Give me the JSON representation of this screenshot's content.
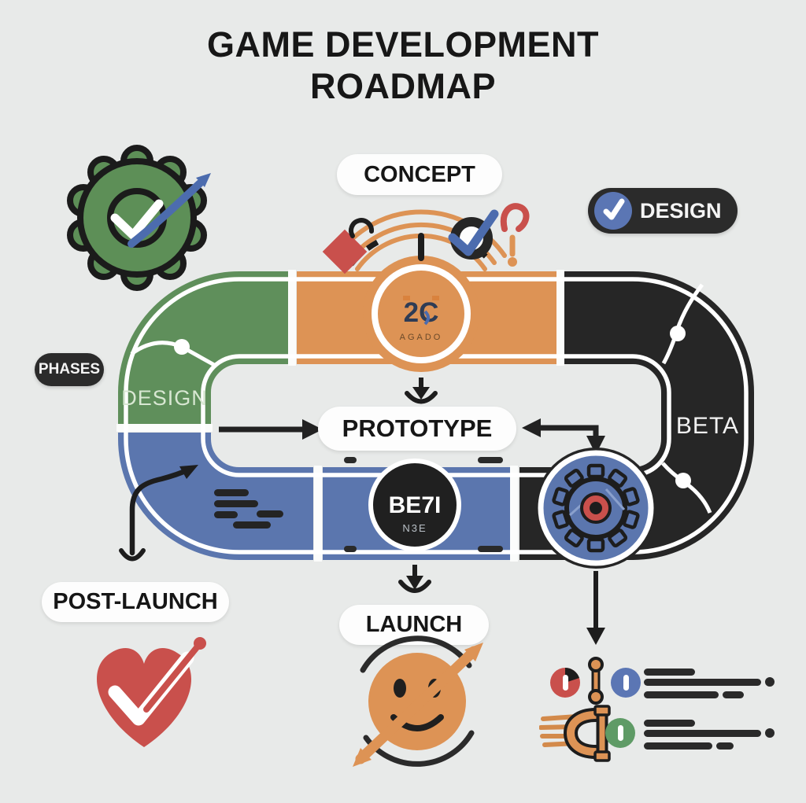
{
  "title": {
    "line1": "GAME DEVELOPMENT",
    "line2": "ROADMAP"
  },
  "pills": {
    "concept": "CONCEPT",
    "design": "DESIGN",
    "phases": "PHASES",
    "prototype": "PROTOTYPE",
    "post_launch": "POST-LAUNCH",
    "launch": "LAUNCH"
  },
  "track": {
    "design_segment_label": "DESIGN",
    "beta_segment_label": "BETA"
  },
  "concept_node": {
    "mark": "2C",
    "name": "AGADO"
  },
  "beta_node": {
    "mark": "BE7I",
    "sub": "N3E"
  },
  "colors": {
    "background": "#e8eae9",
    "segment_green": "#5f8f5b",
    "segment_orange": "#dd9355",
    "segment_blue": "#5b76ae",
    "segment_black": "#262626",
    "accent_red": "#c9504c",
    "check_blue": "#5b76b4",
    "legend_green": "#5f9b66"
  }
}
